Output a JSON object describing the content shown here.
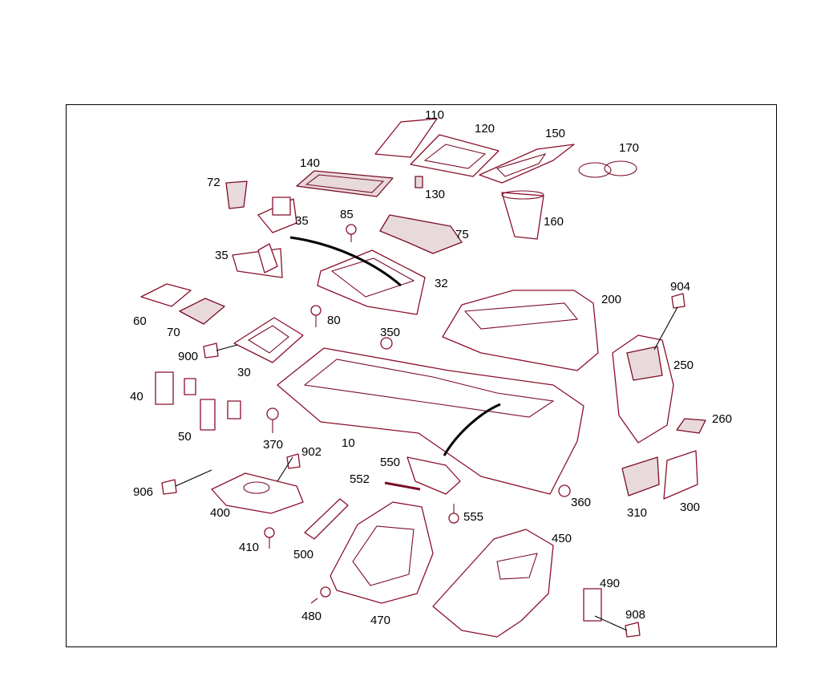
{
  "diagram": {
    "accent_color": "#8a0f2a",
    "line_color": "#000000",
    "part_numbers": {
      "p10": "10",
      "p30": "30",
      "p32": "32",
      "p35a": "35",
      "p35b": "35",
      "p40": "40",
      "p50": "50",
      "p60": "60",
      "p70": "70",
      "p72": "72",
      "p75": "75",
      "p80": "80",
      "p85": "85",
      "p110": "110",
      "p120": "120",
      "p130": "130",
      "p140": "140",
      "p150": "150",
      "p160": "160",
      "p170": "170",
      "p200": "200",
      "p250": "250",
      "p260": "260",
      "p300": "300",
      "p310": "310",
      "p350": "350",
      "p360": "360",
      "p370": "370",
      "p400": "400",
      "p410": "410",
      "p450": "450",
      "p470": "470",
      "p480": "480",
      "p490": "490",
      "p500": "500",
      "p550": "550",
      "p552": "552",
      "p555": "555",
      "p900": "900",
      "p902": "902",
      "p904": "904",
      "p906": "906",
      "p908": "908"
    }
  }
}
